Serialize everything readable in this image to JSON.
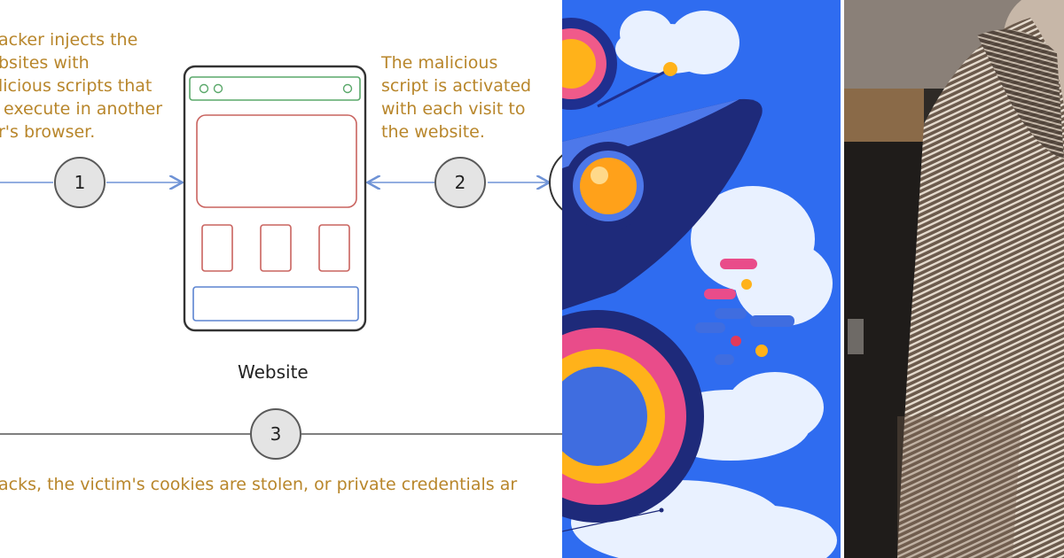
{
  "diagram": {
    "note_left": "acker injects the\nbsites with\nlicious scripts that\n execute in another\nr's browser.",
    "note_right": "The malicious\nscript is activated\nwith each visit to\nthe website.",
    "step1": "1",
    "step2": "2",
    "step3": "3",
    "website_label": "Website",
    "bottom_text": "acks, the victim's cookies are stolen, or private credentials ar"
  },
  "colors": {
    "note_text": "#b8862b",
    "arrow": "#6f93d6",
    "browser_bar": "#5aa86a",
    "content_blocks": "#c9635f",
    "footer_block": "#5b84d1",
    "illustration_bg": "#2f6cf0"
  }
}
